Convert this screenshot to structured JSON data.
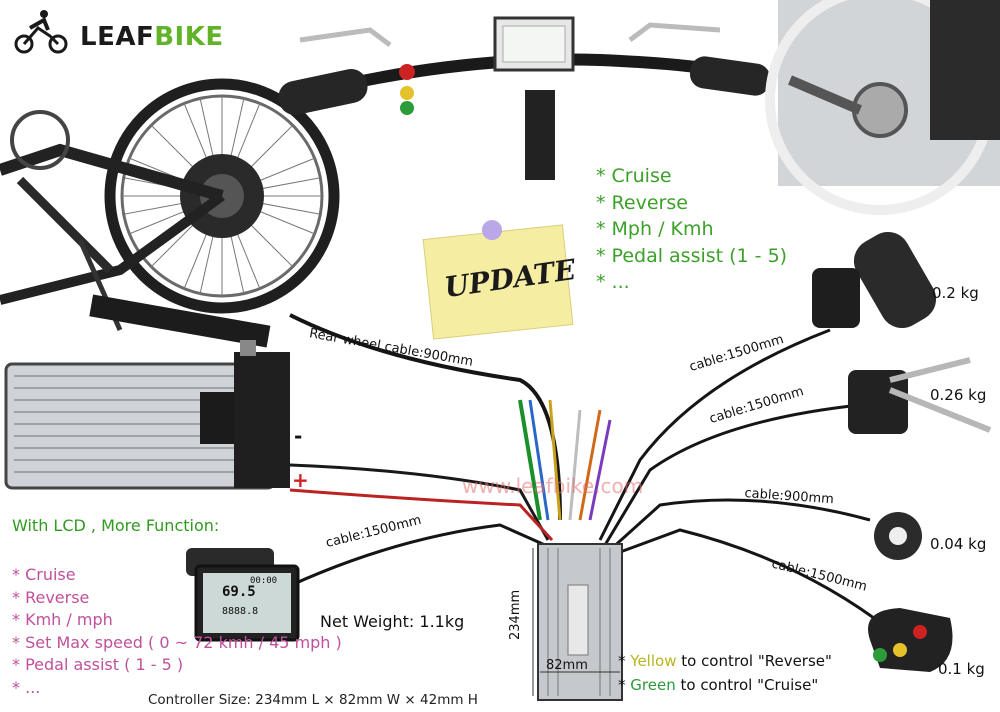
{
  "brand": {
    "name_part1": "LEAF",
    "name_part2": "BIKE"
  },
  "features_top": [
    "* Cruise",
    "* Reverse",
    "* Mph / Kmh",
    "* Pedal assist (1 - 5)",
    "* ..."
  ],
  "update_note": "UPDATE",
  "lcd_heading": "With LCD , More Function:",
  "features_lcd": [
    "* Cruise",
    "* Reverse",
    "* Kmh / mph",
    "* Set Max speed ( 0 ~ 72 kmh / 45 mph )",
    "* Pedal assist ( 1 - 5 )",
    "* ..."
  ],
  "cables": {
    "rear_wheel": "Rear wheel cable:900mm",
    "throttle": "cable:1500mm",
    "brake": "cable:1500mm",
    "pas": "cable:900mm",
    "switch": "cable:1500mm",
    "lcd": "cable:1500mm"
  },
  "weights": {
    "throttle": "0.2 kg",
    "brake": "0.26 kg",
    "pas": "0.04 kg",
    "switch": "0.1 kg",
    "net": "Net Weight: 1.1kg"
  },
  "controller": {
    "size_text": "Controller Size: 234mm L × 82mm W × 42mm H",
    "length_label": "234mm",
    "width_label": "82mm"
  },
  "battery_terminals": {
    "negative": "-",
    "positive": "+"
  },
  "watermark": "www.leafbike.com",
  "notes": {
    "line1_prefix": "* ",
    "line1_color": "Yellow",
    "line1_rest": " to control \"Reverse\"",
    "line2_prefix": "* ",
    "line2_color": "Green",
    "line2_rest": " to control \"Cruise\""
  },
  "lcd_display": {
    "speed": "69.5",
    "readout_top": "00:00",
    "readout_bottom": "8888.8"
  },
  "colors": {
    "brand_green": "#62b32a",
    "feature_green": "#3ca12a",
    "lcd_feature_pink": "#c0509c",
    "yellow_note": "#b7b51c",
    "green_note": "#2d9a3a"
  }
}
